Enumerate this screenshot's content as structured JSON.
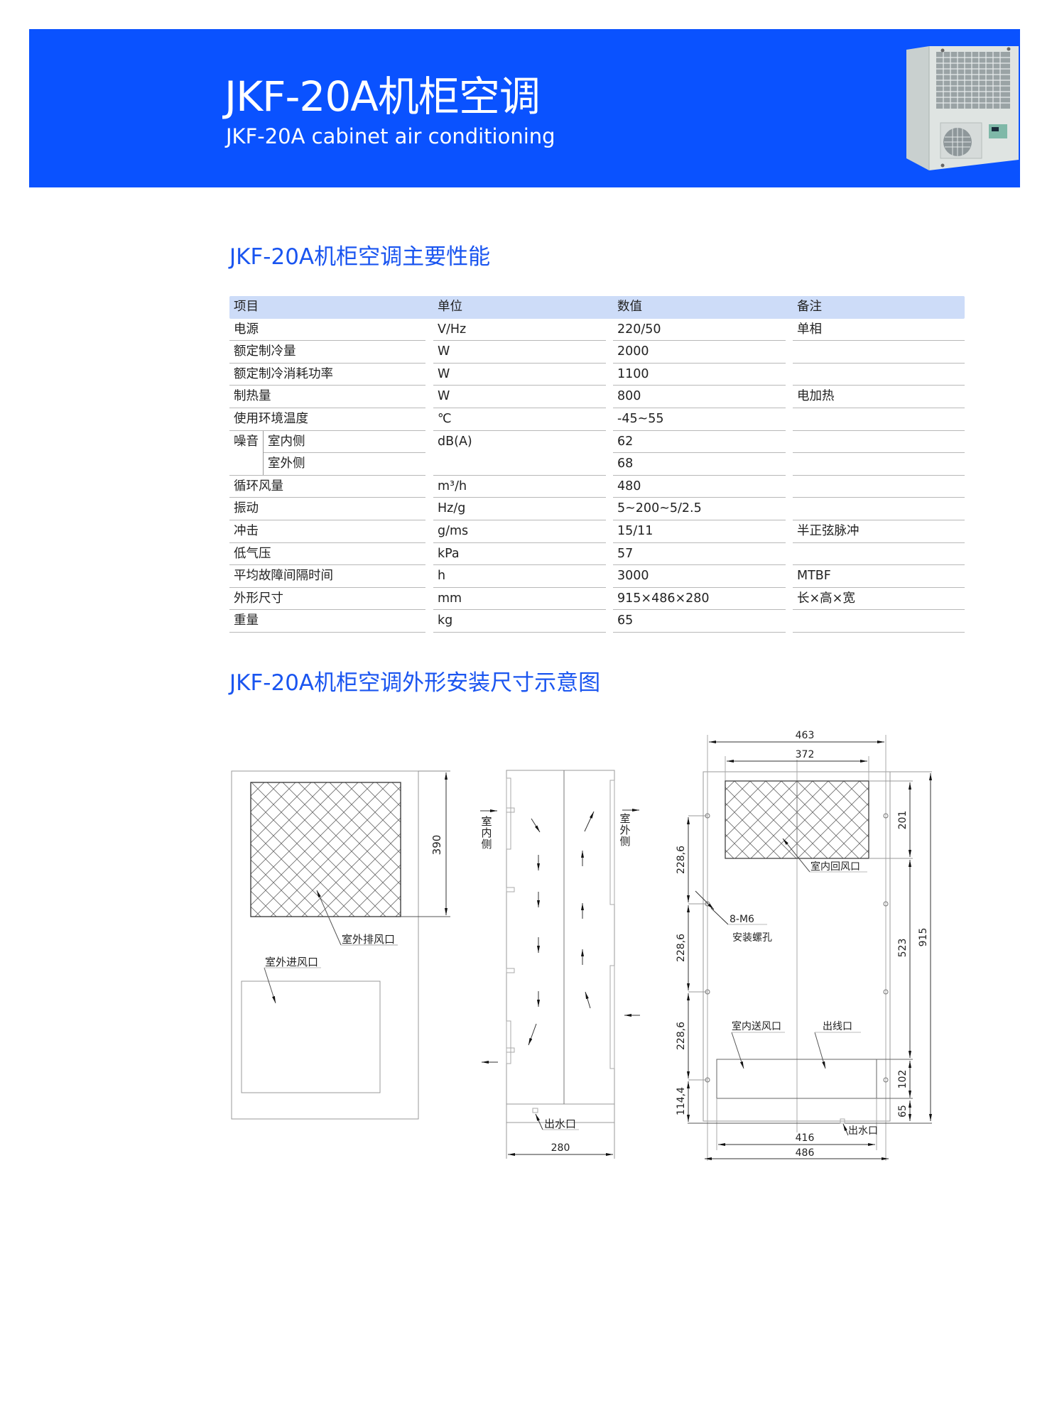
{
  "banner": {
    "title": "JKF-20A机柜空调",
    "subtitle": "JKF-20A cabinet air conditioning",
    "background_color": "#0A52FF",
    "product_image": "cabinet-air-conditioner-photo"
  },
  "spec_section": {
    "title": "JKF-20A机柜空调主要性能",
    "title_color": "#1A55F0",
    "header": [
      "项目",
      "单位",
      "数值",
      "备注"
    ],
    "header_bg": "#CDDCF8",
    "rows": [
      {
        "item": "电源",
        "unit": "V/Hz",
        "value": "220/50",
        "note": "单相"
      },
      {
        "item": "额定制冷量",
        "unit": "W",
        "value": "2000",
        "note": ""
      },
      {
        "item": "额定制冷消耗功率",
        "unit": "W",
        "value": "1100",
        "note": ""
      },
      {
        "item": "制热量",
        "unit": "W",
        "value": "800",
        "note": "电加热"
      },
      {
        "item": "使用环境温度",
        "unit": "℃",
        "value": "-45~55",
        "note": ""
      },
      {
        "item": "噪音",
        "sub_item": "室内侧",
        "unit": "dB(A)",
        "value": "62",
        "note": ""
      },
      {
        "item": "",
        "sub_item": "室外侧",
        "unit": "",
        "value": "68",
        "note": ""
      },
      {
        "item": "循环风量",
        "unit": "m³/h",
        "value": "480",
        "note": ""
      },
      {
        "item": "振动",
        "unit": "Hz/g",
        "value": "5~200~5/2.5",
        "note": ""
      },
      {
        "item": "冲击",
        "unit": "g/ms",
        "value": "15/11",
        "note": "半正弦脉冲"
      },
      {
        "item": "低气压",
        "unit": "kPa",
        "value": "57",
        "note": ""
      },
      {
        "item": "平均故障间隔时间",
        "unit": "h",
        "value": "3000",
        "note": "MTBF"
      },
      {
        "item": "外形尺寸",
        "unit": "mm",
        "value": "915×486×280",
        "note": "长×高×宽"
      },
      {
        "item": "重量",
        "unit": "kg",
        "value": "65",
        "note": ""
      }
    ]
  },
  "diagram_section": {
    "title": "JKF-20A机柜空调外形安装尺寸示意图",
    "outdoor_view": {
      "dim_exhaust_height": "390",
      "label_exhaust": "室外排风口",
      "label_intake": "室外进风口"
    },
    "side_view": {
      "label_indoor": "室内侧",
      "label_indoor_chars": [
        "室",
        "内",
        "侧"
      ],
      "label_outdoor_chars": [
        "室",
        "外",
        "侧"
      ],
      "label_drain": "出水口",
      "dim_width": "280"
    },
    "indoor_view": {
      "dim_top_outer": "463",
      "dim_top_inner": "372",
      "dim_return_height": "201",
      "dim_mid": "523",
      "dim_total": "915",
      "dim_supply_height": "102",
      "dim_bottom": "65",
      "dim_hole_spacing_1": "228,6",
      "dim_hole_spacing_2": "228,6",
      "dim_hole_spacing_3": "228,6",
      "dim_hole_bottom": "114,4",
      "dim_bottom_inner": "416",
      "dim_bottom_outer": "486",
      "label_return": "室内回风口",
      "label_holes": "8-M6",
      "label_holes_desc": "安装螺孔",
      "label_supply": "室内送风口",
      "label_cable": "出线口",
      "label_drain": "出水口"
    }
  }
}
